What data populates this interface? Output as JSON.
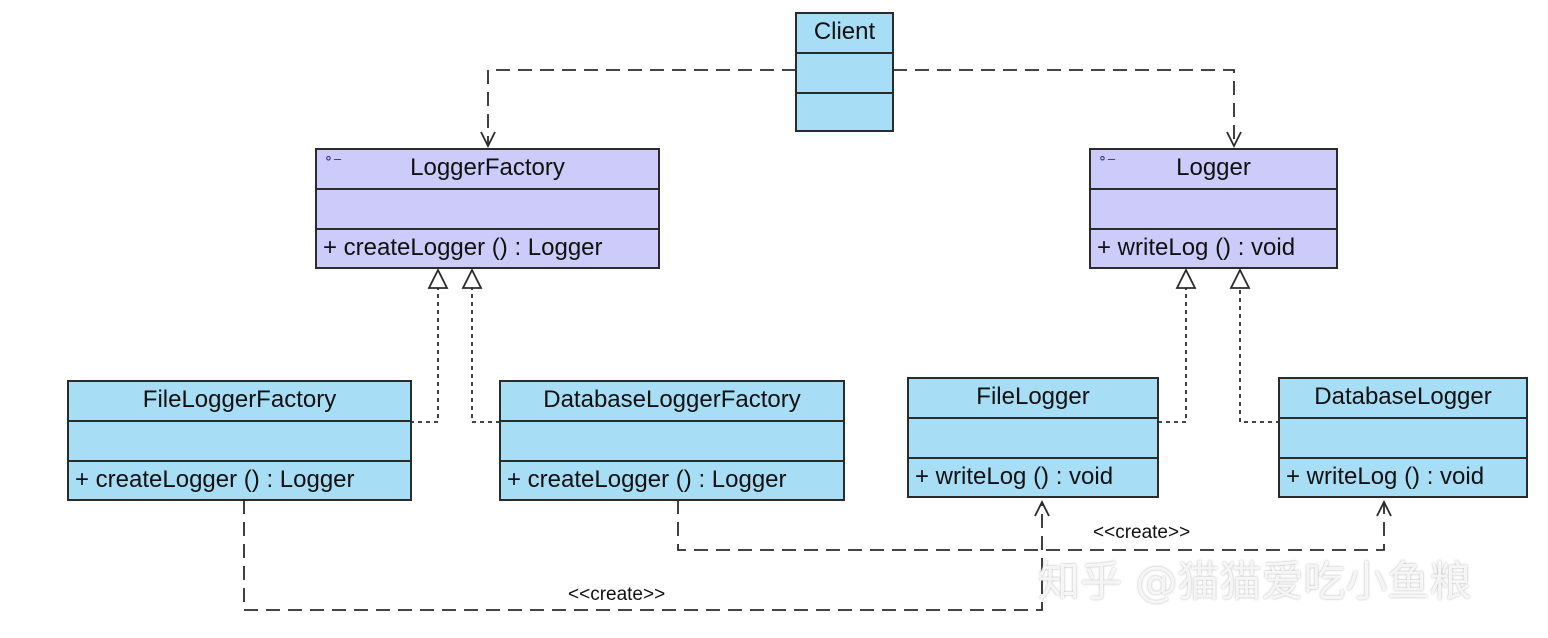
{
  "classes": {
    "client": {
      "name": "Client"
    },
    "logger_factory": {
      "name": "LoggerFactory",
      "method": "+  createLogger () : Logger",
      "icon": "interface-icon"
    },
    "logger": {
      "name": "Logger",
      "method": "+  writeLog () : void",
      "icon": "interface-icon"
    },
    "file_logger_factory": {
      "name": "FileLoggerFactory",
      "method": "+  createLogger () : Logger"
    },
    "database_logger_factory": {
      "name": "DatabaseLoggerFactory",
      "method": "+  createLogger () : Logger"
    },
    "file_logger": {
      "name": "FileLogger",
      "method": "+  writeLog () : void"
    },
    "database_logger": {
      "name": "DatabaseLogger",
      "method": "+  writeLog () : void"
    }
  },
  "relations": {
    "create_label_top": "<<create>>",
    "create_label_bottom": "<<create>>"
  },
  "watermark": "知乎 @猫猫爱吃小鱼粮",
  "colors": {
    "concrete_fill": "#a8ddf6",
    "interface_fill": "#cccbfa",
    "line": "#2b2b2b"
  }
}
